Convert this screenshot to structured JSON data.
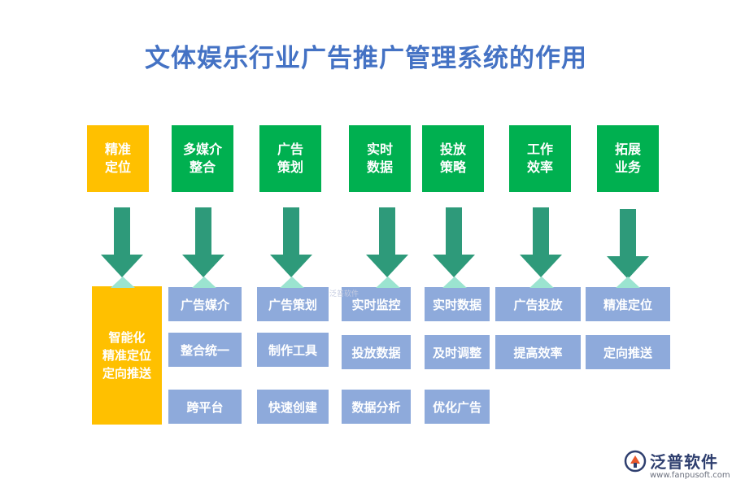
{
  "title": "文体娱乐行业广告推广管理系统的作用",
  "columns": [
    {
      "head": "精准\n定位",
      "subs": [],
      "big": "智能化\n精准定位\n定向推送"
    },
    {
      "head": "多媒介\n整合",
      "subs": [
        "广告媒介",
        "整合统一",
        "跨平台"
      ]
    },
    {
      "head": "广告\n策划",
      "subs": [
        "广告策划",
        "制作工具",
        "快速创建"
      ]
    },
    {
      "head": "实时\n数据",
      "subs": [
        "实时监控",
        "投放数据",
        "数据分析"
      ]
    },
    {
      "head": "投放\n策略",
      "subs": [
        "实时数据",
        "及时调整",
        "优化广告"
      ]
    },
    {
      "head": "工作\n效率",
      "subs": [
        "广告投放",
        "提高效率"
      ]
    },
    {
      "head": "拓展\n业务",
      "subs": [
        "精准定位",
        "定向推送"
      ]
    }
  ],
  "watermark": "泛普软件",
  "logo": {
    "name": "泛普软件",
    "url": "www.fanpusoft.com"
  },
  "colors": {
    "title": "#4472c4",
    "head_green": "#00b050",
    "head_yellow": "#ffc000",
    "arrow": "#2e9a7a",
    "arrow_cap": "#9be4d0",
    "sub_box": "#8eaadb"
  }
}
